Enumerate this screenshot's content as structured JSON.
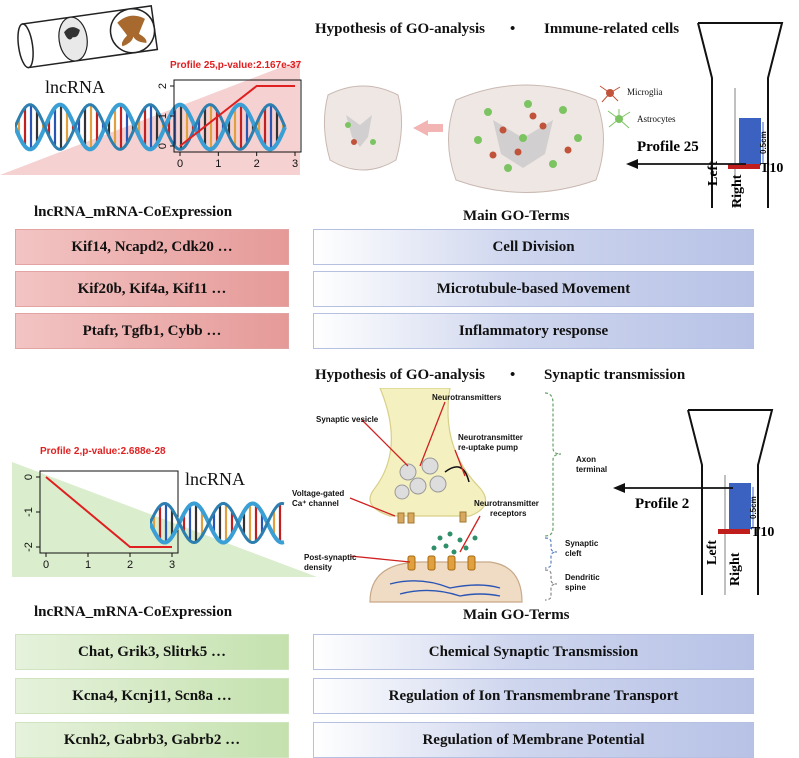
{
  "top": {
    "lncrna_label": "lncRNA",
    "profile_title": "Profile 25,p-value:2.167e-37",
    "hypothesis": "Hypothesis of GO-analysis",
    "bullet": "•",
    "category": "Immune-related cells",
    "legend_microglia": "Microglia",
    "legend_astrocytes": "Astrocytes",
    "profile_arrow": "Profile 25",
    "coexp_title": "lncRNA_mRNA-CoExpression",
    "main_go_title": "Main GO-Terms",
    "genes": [
      "Kif14, Ncapd2, Cdk20 …",
      "Kif20b, Kif4a, Kif11 …",
      "Ptafr, Tgfb1, Cybb …"
    ],
    "terms": [
      "Cell Division",
      "Microtubule-based Movement",
      "Inflammatory response"
    ]
  },
  "bottom": {
    "lncrna_label": "lncRNA",
    "profile_title": "Profile 2,p-value:2.688e-28",
    "hypothesis": "Hypothesis of GO-analysis",
    "bullet": "•",
    "category": "Synaptic transmission",
    "profile_arrow": "Profile 2",
    "coexp_title": "lncRNA_mRNA-CoExpression",
    "main_go_title": "Main GO-Terms",
    "genes": [
      "Chat, Grik3, Slitrk5 …",
      "Kcna4, Kcnj11, Scn8a …",
      "Kcnh2, Gabrb3, Gabrb2 …"
    ],
    "terms": [
      "Chemical Synaptic Transmission",
      "Regulation of Ion Transmembrane Transport",
      "Regulation of Membrane Potential"
    ],
    "synapse": {
      "neurotransmitters": "Neurotransmitters",
      "synaptic_vesicle": "Synaptic vesicle",
      "reuptake_1": "Neurotransmitter",
      "reuptake_2": "re-uptake pump",
      "vg_1": "Voltage-gated",
      "vg_2": "Ca⁺ channel",
      "receptors_1": "Neurotransmitter",
      "receptors_2": "receptors",
      "post_1": "Post-synaptic",
      "post_2": "density",
      "axon_1": "Axon",
      "axon_2": "terminal",
      "cleft_1": "Synaptic",
      "cleft_2": "cleft",
      "dend_1": "Dendritic",
      "dend_2": "spine"
    }
  },
  "tube": {
    "left": "Left",
    "right": "Right",
    "t10": "T10",
    "scale": "0.5cm"
  },
  "chart_data": [
    {
      "type": "line",
      "title": "Profile 25,p-value:2.167e-37",
      "x": [
        0,
        1,
        2,
        3
      ],
      "y": [
        0,
        1,
        2,
        2
      ],
      "xlim": [
        0,
        3
      ],
      "ylim": [
        0,
        2
      ],
      "xticks": [
        "0",
        "1",
        "2",
        "3"
      ],
      "yticks": [
        "0",
        "1",
        "2"
      ],
      "color": "#e02020"
    },
    {
      "type": "line",
      "title": "Profile 2,p-value:2.688e-28",
      "x": [
        0,
        1,
        2,
        3
      ],
      "y": [
        0,
        -1,
        -2,
        -2
      ],
      "xlim": [
        0,
        3
      ],
      "ylim": [
        -2,
        0
      ],
      "xticks": [
        "0",
        "1",
        "2",
        "3"
      ],
      "yticks": [
        "0",
        "-1",
        "-2"
      ],
      "color": "#e02020"
    }
  ]
}
